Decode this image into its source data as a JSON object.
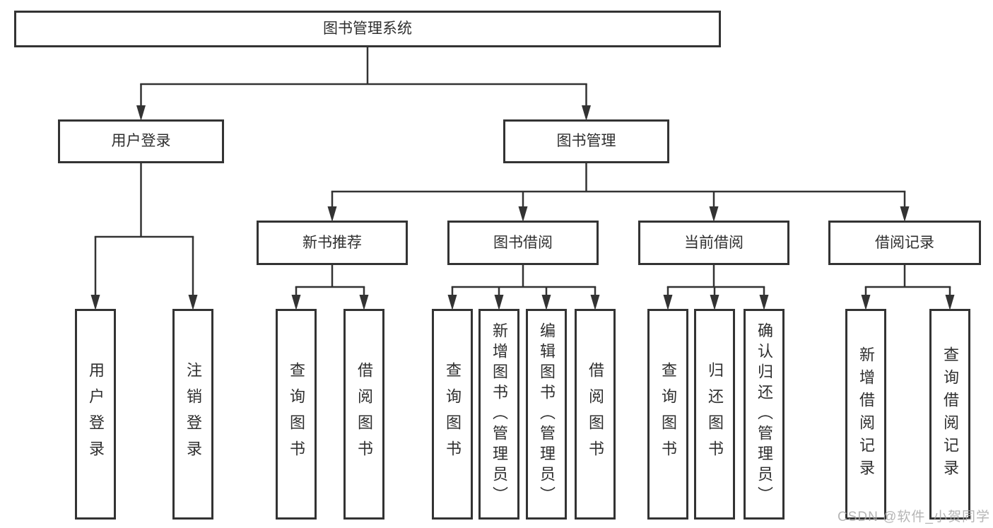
{
  "diagram": {
    "title": "图书管理系统",
    "root": {
      "id": "root",
      "label": "图书管理系统",
      "children": [
        {
          "id": "user-login",
          "label": "用户登录",
          "children": [
            {
              "id": "leaf-login",
              "label": "用户登录"
            },
            {
              "id": "leaf-logout",
              "label": "注销登录"
            }
          ]
        },
        {
          "id": "book-mgmt",
          "label": "图书管理",
          "children": [
            {
              "id": "new-book-rec",
              "label": "新书推荐",
              "children": [
                {
                  "id": "nb-query",
                  "label": "查询图书"
                },
                {
                  "id": "nb-borrow",
                  "label": "借阅图书"
                }
              ]
            },
            {
              "id": "book-borrow",
              "label": "图书借阅",
              "children": [
                {
                  "id": "bb-query",
                  "label": "查询图书"
                },
                {
                  "id": "bb-add",
                  "label": "新增图书（管理员）"
                },
                {
                  "id": "bb-edit",
                  "label": "编辑图书（管理员）"
                },
                {
                  "id": "bb-borrow",
                  "label": "借阅图书"
                }
              ]
            },
            {
              "id": "current-borrow",
              "label": "当前借阅",
              "children": [
                {
                  "id": "cb-query",
                  "label": "查询图书"
                },
                {
                  "id": "cb-return",
                  "label": "归还图书"
                },
                {
                  "id": "cb-confirm",
                  "label": "确认归还（管理员）"
                }
              ]
            },
            {
              "id": "borrow-records",
              "label": "借阅记录",
              "children": [
                {
                  "id": "br-add",
                  "label": "新增借阅记录"
                },
                {
                  "id": "br-query",
                  "label": "查询借阅记录"
                }
              ]
            }
          ]
        }
      ]
    }
  },
  "watermark": {
    "text": "CSDN @软件_小贺同学"
  },
  "colors": {
    "line": "#333333",
    "border": "#333333",
    "text": "#2f2f2f",
    "background": "#ffffff",
    "watermark": "#a8a8a8"
  }
}
